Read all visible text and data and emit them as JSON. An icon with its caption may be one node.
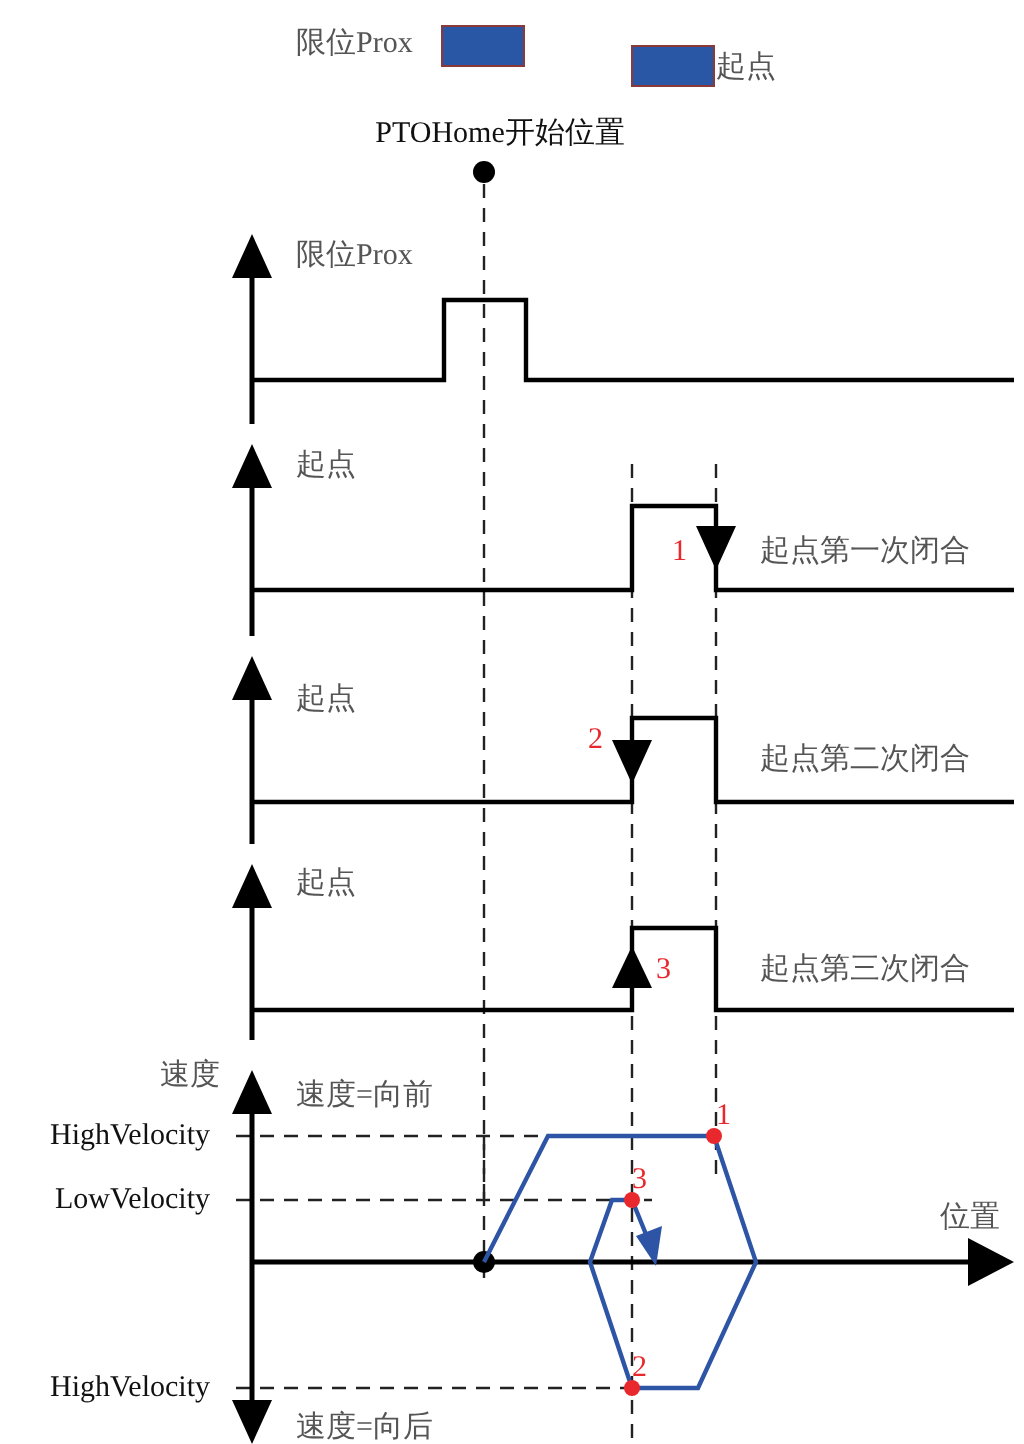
{
  "diagram": {
    "labels": [
      "PTOHome开始位置",
      "限位Prox",
      "起点",
      "1",
      "起点第一次闭合",
      "起点",
      "2",
      "起点第二次闭合",
      "起点",
      "3",
      "起点第三次闭合",
      "速度",
      "速度=向前",
      "HighVelocity",
      "1",
      "LowVelocity",
      "3",
      "位置",
      "HighVelocity",
      "2",
      "速度=向后"
    ],
    "legend": [
      {
        "text": "限位Prox",
        "color": "#2a56a6"
      },
      {
        "text": "起点",
        "color": "#2a56a6"
      }
    ]
  }
}
